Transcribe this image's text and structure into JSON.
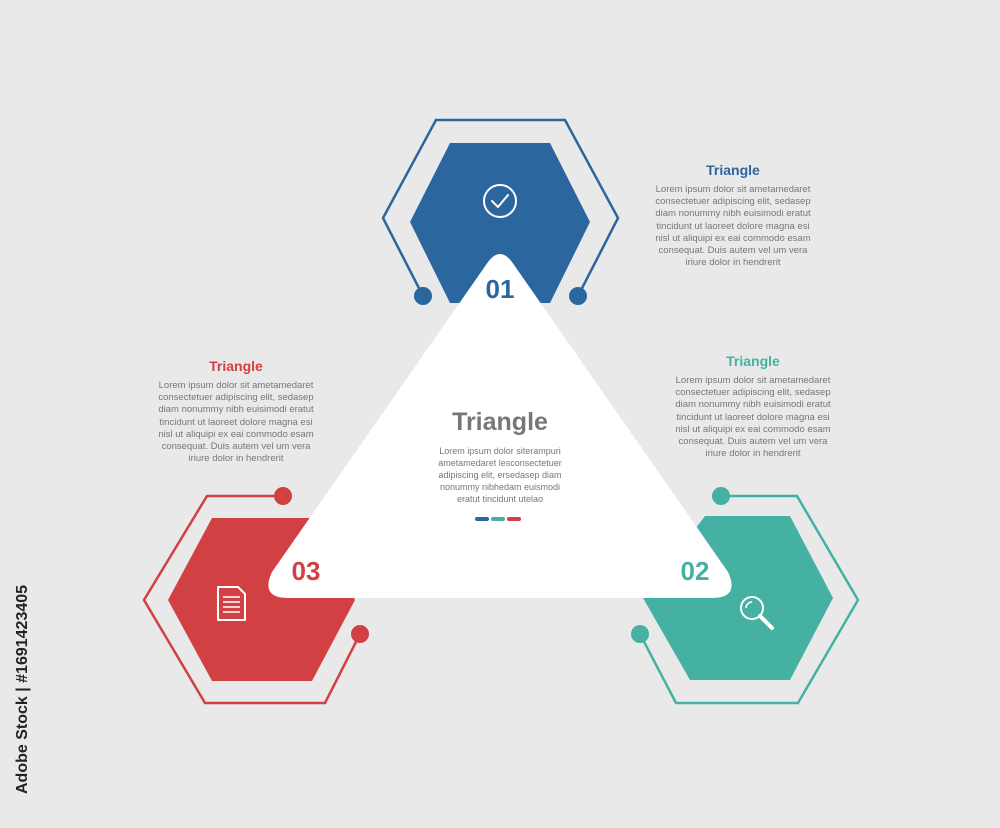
{
  "colors": {
    "background": "#e9e9ea",
    "blue": "#2b669f",
    "teal": "#44b1a2",
    "red": "#d14143",
    "text_gray": "#777777",
    "white": "#ffffff"
  },
  "center": {
    "title": "Triangle",
    "body_lines": [
      "Lorem ipsum dolor siterampuri",
      "ametamedaret lesconsectetuer",
      "adipiscing elit, ersedasep diam",
      "nonummy nibhedam euismodi",
      "eratut tincidunt utelao"
    ]
  },
  "steps": [
    {
      "number": "01",
      "icon": "check-circle-icon",
      "color": "#2b669f",
      "title": "Triangle",
      "body_lines": [
        "Lorem ipsum dolor sit ametamedaret",
        "consectetuer adipiscing elit, sedasep",
        "diam nonummy nibh euisimodi eratut",
        "tincidunt ut laoreet dolore magna esi",
        "nisl ut aliquipi ex eai commodo esam",
        "consequat. Duis autem vel um vera",
        "iriure dolor in hendrerit"
      ]
    },
    {
      "number": "02",
      "icon": "magnifier-icon",
      "color": "#44b1a2",
      "title": "Triangle",
      "body_lines": [
        "Lorem ipsum dolor sit ametamedaret",
        "consectetuer adipiscing elit, sedasep",
        "diam nonummy nibh euisimodi eratut",
        "tincidunt ut laoreet dolore magna esi",
        "nisl ut aliquipi ex eai commodo esam",
        "consequat. Duis autem vel um vera",
        "iriure dolor in hendrerit"
      ]
    },
    {
      "number": "03",
      "icon": "document-icon",
      "color": "#d14143",
      "title": "Triangle",
      "body_lines": [
        "Lorem ipsum dolor sit ametamedaret",
        "consectetuer adipiscing elit, sedasep",
        "diam nonummy nibh euisimodi eratut",
        "tincidunt ut laoreet dolore magna esi",
        "nisl ut aliquipi ex eai commodo esam",
        "consequat. Duis autem vel um vera",
        "iriure dolor in hendrerit"
      ]
    }
  ],
  "stock_text": "Adobe Stock | #1691423405"
}
